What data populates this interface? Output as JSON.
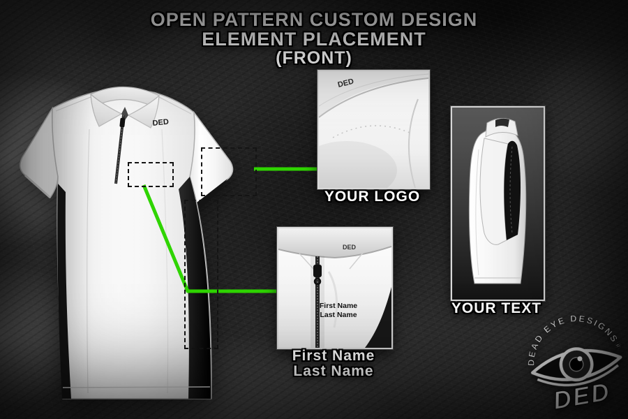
{
  "title": {
    "line1": "OPEN PATTERN CUSTOM DESIGN",
    "line2": "ELEMENT PLACEMENT",
    "line3": "(FRONT)"
  },
  "shirt": {
    "chest_logo": "DED"
  },
  "details": {
    "shoulder_collar_tag": "DED",
    "chest_collar_tag": "DED",
    "name_sample_line1": "First Name",
    "name_sample_line2": "Last Name"
  },
  "callouts": {
    "logo_label": "YOUR LOGO",
    "text_label": "YOUR TEXT",
    "name_label_line1": "First Name",
    "name_label_line2": "Last Name"
  },
  "brand": {
    "ring_text": "DEAD EYE DESIGNS®",
    "name": "DED"
  },
  "colors": {
    "accent_green": "#2fd400",
    "background_dark": "#262626",
    "shirt_white": "#f4f4f4",
    "panel_black": "#121212",
    "zone_dash": "#141414"
  }
}
